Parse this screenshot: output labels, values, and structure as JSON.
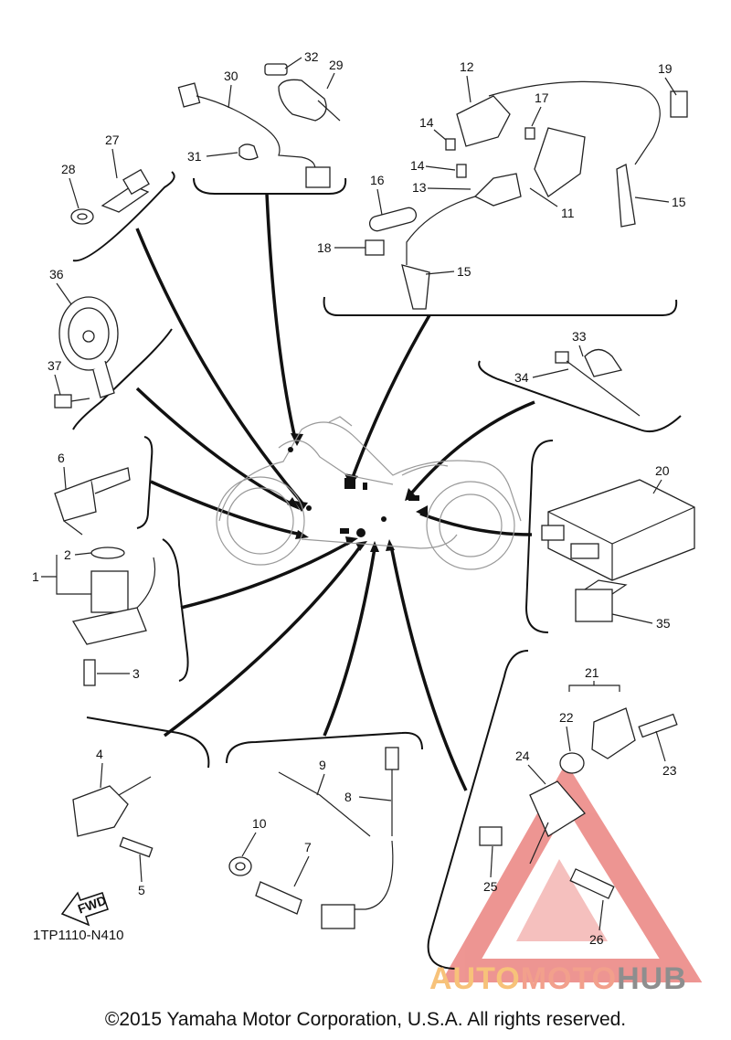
{
  "diagram": {
    "part_code": "1TP1110-N410",
    "copyright": "©2015 Yamaha Motor Corporation, U.S.A. All rights reserved.",
    "direction_label": "FWD",
    "watermark": {
      "part1": "AUTO",
      "part2": "MOTO",
      "part3": "HUB"
    },
    "callouts": [
      "1",
      "2",
      "3",
      "4",
      "5",
      "6",
      "7",
      "8",
      "9",
      "10",
      "11",
      "12",
      "13",
      "14",
      "14",
      "15",
      "15",
      "16",
      "17",
      "18",
      "19",
      "20",
      "21",
      "22",
      "23",
      "24",
      "25",
      "26",
      "27",
      "28",
      "29",
      "30",
      "31",
      "32",
      "33",
      "34",
      "35",
      "36",
      "37"
    ],
    "colors": {
      "ink": "#111111",
      "watermark_triangle": "#e0403a",
      "watermark_auto": "#f7c27a",
      "watermark_moto": "#f2a08c",
      "watermark_hub": "#8e8e8e"
    }
  }
}
